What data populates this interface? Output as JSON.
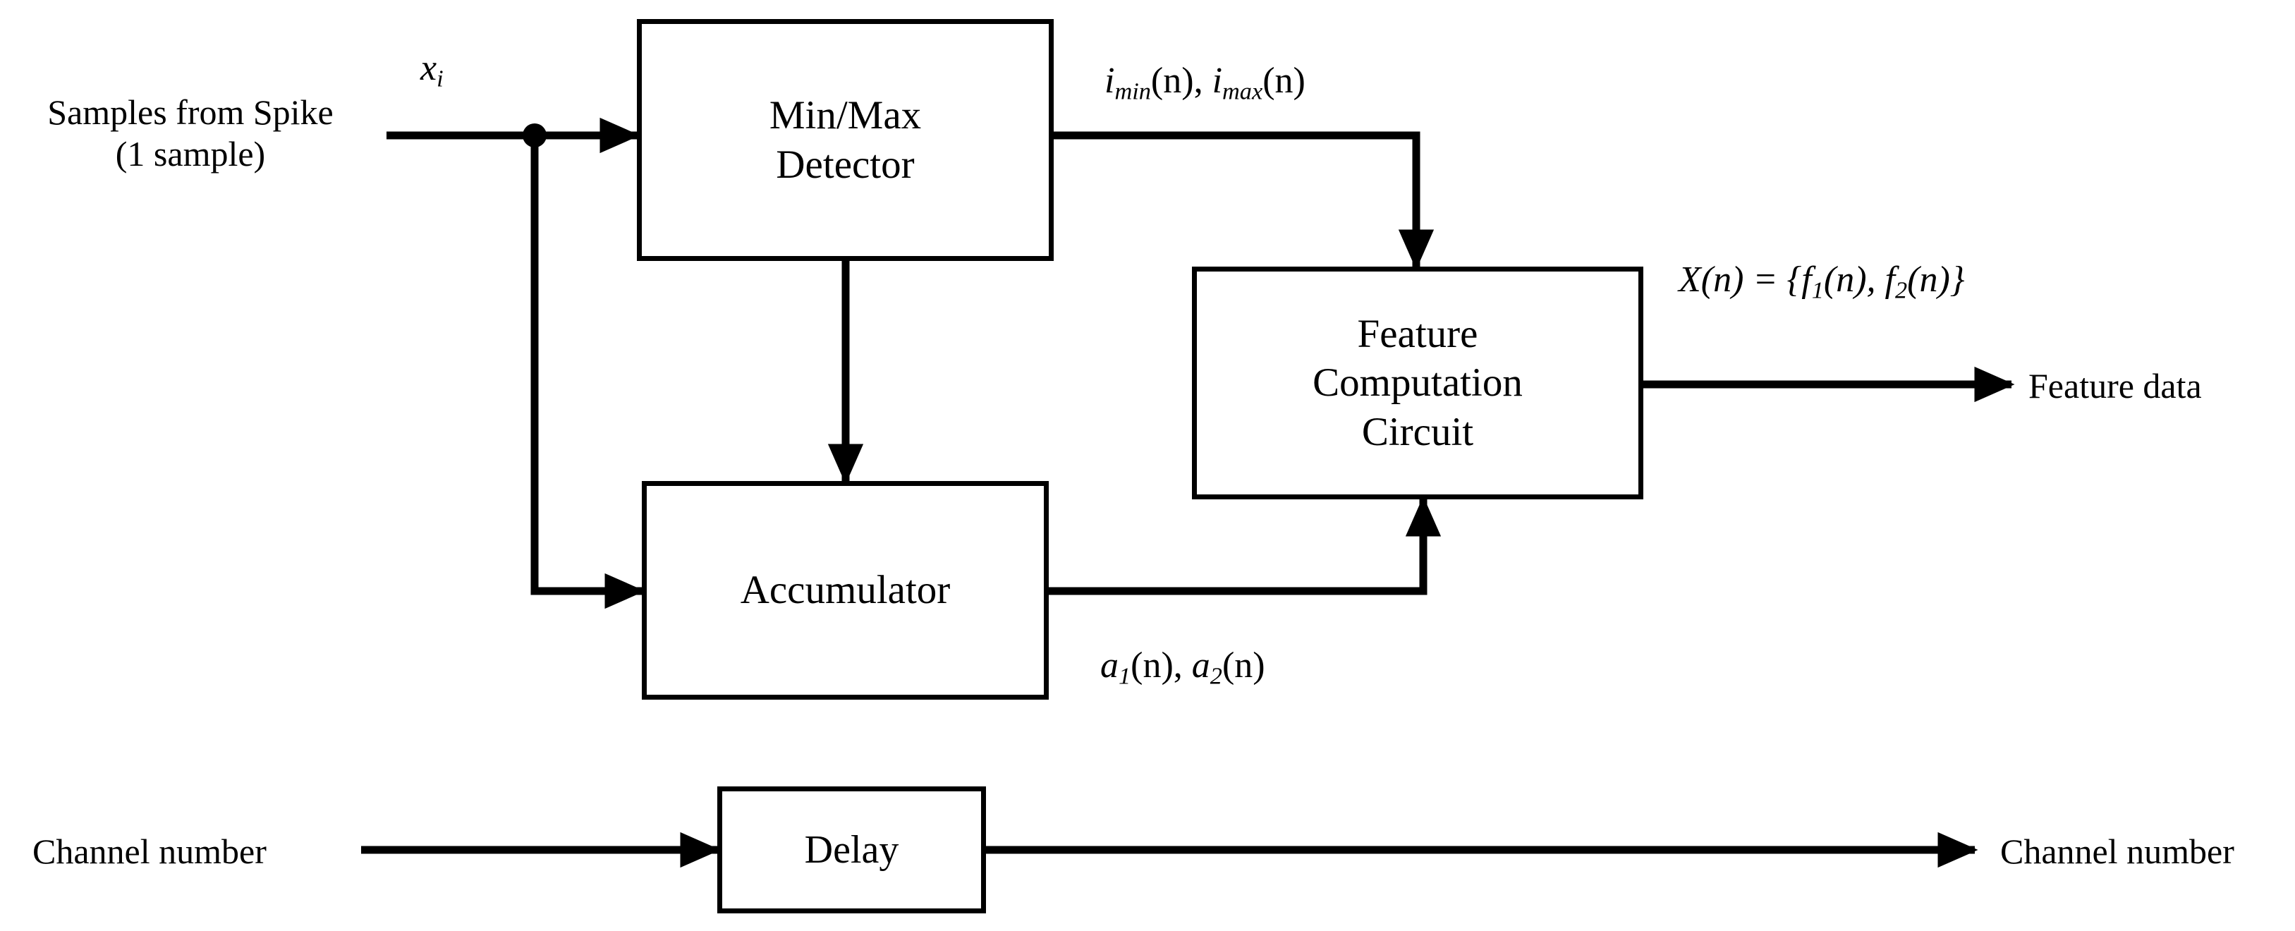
{
  "diagram": {
    "title": "Spike feature extraction datapath block diagram",
    "background_color": "#ffffff",
    "stroke_color": "#000000",
    "blocks": [
      {
        "id": "minmax",
        "label": "Min/Max\nDetector"
      },
      {
        "id": "feature",
        "label": "Feature\nComputation\nCircuit"
      },
      {
        "id": "accum",
        "label": "Accumulator"
      },
      {
        "id": "delay",
        "label": "Delay"
      }
    ],
    "labels": {
      "input_source": "Samples from Spike\n(1 sample)",
      "feature_output": "Feature data",
      "channel_in": "Channel number",
      "channel_out": "Channel number"
    },
    "math": {
      "input_signal_base": "x",
      "input_signal_sub": "i",
      "minmax_out_base_1": "i",
      "minmax_out_sub_1": "min",
      "minmax_out_arg_1": "(n)",
      "minmax_out_sep": ", ",
      "minmax_out_base_2": "i",
      "minmax_out_sub_2": "max",
      "minmax_out_arg_2": "(n)",
      "accum_out_base_1": "a",
      "accum_out_sub_1": "1",
      "accum_out_arg_1": "(n)",
      "accum_out_sep": ", ",
      "accum_out_base_2": "a",
      "accum_out_sub_2": "2",
      "accum_out_arg_2": "(n)",
      "feature_eq_lhs": "X(n) = {",
      "feature_eq_f1_base": "f",
      "feature_eq_f1_sub": "1",
      "feature_eq_f1_arg": "(n)",
      "feature_eq_sep": ", ",
      "feature_eq_f2_base": "f",
      "feature_eq_f2_sub": "2",
      "feature_eq_f2_arg": "(n)",
      "feature_eq_rhs": "}"
    },
    "connections": [
      {
        "name": "input-to-junction",
        "from": "Samples from Spike",
        "to": "junction"
      },
      {
        "name": "junction-to-minmax",
        "from": "junction",
        "to": "Min/Max Detector"
      },
      {
        "name": "junction-to-accumulator",
        "from": "junction",
        "to": "Accumulator"
      },
      {
        "name": "minmax-to-feature",
        "from": "Min/Max Detector",
        "to": "Feature Computation Circuit"
      },
      {
        "name": "minmax-to-accumulator",
        "from": "Min/Max Detector",
        "to": "Accumulator"
      },
      {
        "name": "accumulator-to-feature",
        "from": "Accumulator",
        "to": "Feature Computation Circuit"
      },
      {
        "name": "feature-to-output",
        "from": "Feature Computation Circuit",
        "to": "Feature data"
      },
      {
        "name": "channel-to-delay",
        "from": "Channel number",
        "to": "Delay"
      },
      {
        "name": "delay-to-channel",
        "from": "Delay",
        "to": "Channel number"
      }
    ]
  }
}
